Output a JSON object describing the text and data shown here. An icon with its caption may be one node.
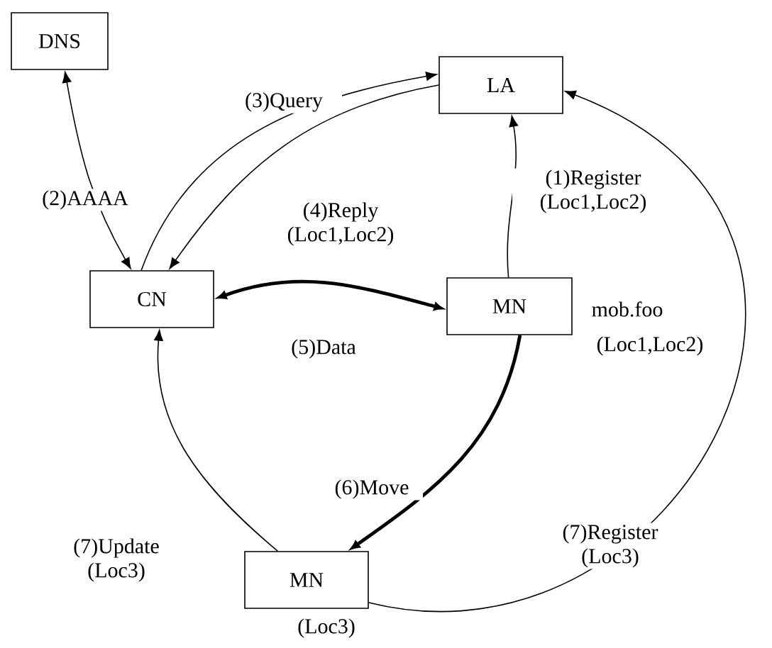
{
  "diagram": {
    "nodes": [
      {
        "text": [
          "DNS"
        ]
      },
      {
        "text": [
          "LA"
        ]
      },
      {
        "text": [
          "CN"
        ]
      },
      {
        "text": [
          "MN"
        ],
        "beside": [
          "mob.foo",
          "(Loc1,Loc2)"
        ]
      },
      {
        "text": [
          "MN"
        ],
        "beside": [
          "(Loc3)"
        ]
      }
    ],
    "edges": [
      {
        "from": 3,
        "to": 1,
        "arrow": "to",
        "label": "(1)Register (Loc1,Loc2)"
      },
      {
        "from": 0,
        "to": 2,
        "arrow": "both",
        "label": "(2)AAAA"
      },
      {
        "from": 2,
        "to": 1,
        "arrow": "to",
        "label": "(3)Query"
      },
      {
        "from": 1,
        "to": 2,
        "arrow": "to",
        "label": "(4)Reply (Loc1,Loc2)"
      },
      {
        "from": 2,
        "to": 3,
        "arrow": "both",
        "label": "(5)Data",
        "style": "thick"
      },
      {
        "from": 3,
        "to": 4,
        "arrow": "to",
        "label": "(6)Move",
        "style": "thick"
      },
      {
        "from": 4,
        "to": 2,
        "arrow": "to",
        "label": "(7)Update (Loc3)"
      },
      {
        "from": 4,
        "to": 1,
        "arrow": "to",
        "label": "(7)Register (Loc3)"
      }
    ]
  }
}
